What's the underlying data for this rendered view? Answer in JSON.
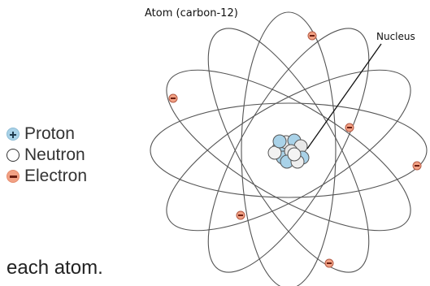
{
  "diagram": {
    "title": "Atom (carbon-12)",
    "nucleus_label": "Nucleus"
  },
  "legend": {
    "proton": "Proton",
    "neutron": "Neutron",
    "electron": "Electron"
  },
  "caption": "each atom.",
  "colors": {
    "proton": "#a9d2e8",
    "neutron": "#ffffff",
    "electron": "#f2a184",
    "orbit": "#555555"
  }
}
